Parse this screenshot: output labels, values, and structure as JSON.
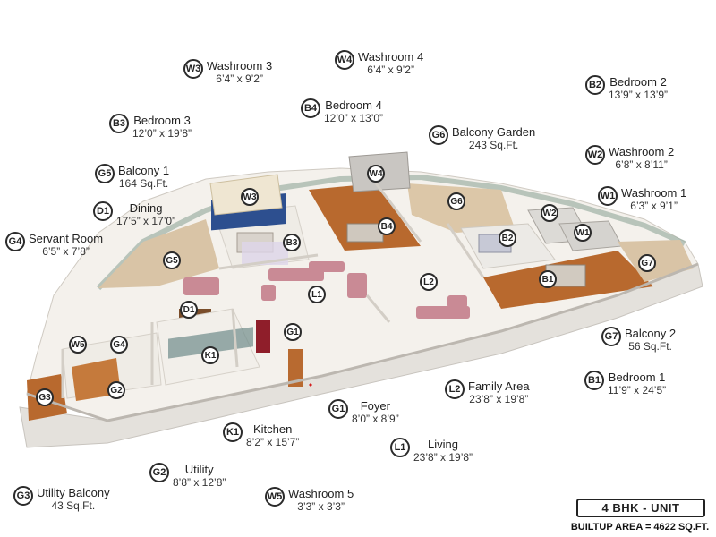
{
  "unit": {
    "title": "4 BHK - UNIT",
    "builtup": "BUILTUP AREA = 4622 SQ.FT."
  },
  "legend": {
    "W3": {
      "code": "W3",
      "name": "Washroom 3",
      "dim": "6’4” x 9’2”"
    },
    "W4": {
      "code": "W4",
      "name": "Washroom 4",
      "dim": "6’4” x 9’2”"
    },
    "B2": {
      "code": "B2",
      "name": "Bedroom 2",
      "dim": "13’9” x 13’9”"
    },
    "B4": {
      "code": "B4",
      "name": "Bedroom 4",
      "dim": "12’0” x 13’0”"
    },
    "B3": {
      "code": "B3",
      "name": "Bedroom 3",
      "dim": "12’0” x 19’8”"
    },
    "G6": {
      "code": "G6",
      "name": "Balcony Garden",
      "dim": "243 Sq.Ft."
    },
    "W2": {
      "code": "W2",
      "name": "Washroom 2",
      "dim": "6’8” x 8’11”"
    },
    "G5": {
      "code": "G5",
      "name": "Balcony 1",
      "dim": "164 Sq.Ft."
    },
    "W1": {
      "code": "W1",
      "name": "Washroom 1",
      "dim": "6’3” x 9’1”"
    },
    "D1": {
      "code": "D1",
      "name": "Dining",
      "dim": "17’5” x 17’0”"
    },
    "G4": {
      "code": "G4",
      "name": "Servant Room",
      "dim": "6’5” x 7’8”"
    },
    "G7": {
      "code": "G7",
      "name": "Balcony 2",
      "dim": "56 Sq.Ft."
    },
    "B1": {
      "code": "B1",
      "name": "Bedroom 1",
      "dim": "11’9” x 24’5”"
    },
    "L2": {
      "code": "L2",
      "name": "Family Area",
      "dim": "23’8” x 19’8”"
    },
    "G1": {
      "code": "G1",
      "name": "Foyer",
      "dim": "8’0” x 8’9”"
    },
    "K1": {
      "code": "K1",
      "name": "Kitchen",
      "dim": "8’2” x 15’7”"
    },
    "L1": {
      "code": "L1",
      "name": "Living",
      "dim": "23’8” x 19’8”"
    },
    "G2": {
      "code": "G2",
      "name": "Utility",
      "dim": "8’8” x 12’8”"
    },
    "G3": {
      "code": "G3",
      "name": "Utility Balcony",
      "dim": "43 Sq.Ft."
    },
    "W5": {
      "code": "W5",
      "name": "Washroom 5",
      "dim": "3’3” x 3’3”"
    }
  },
  "tags": [
    "W3",
    "W4",
    "B3",
    "B4",
    "G6",
    "B2",
    "W2",
    "W1",
    "G5",
    "L1",
    "L2",
    "B1",
    "G7",
    "D1",
    "G1",
    "W5",
    "G4",
    "K1",
    "G2",
    "G3"
  ],
  "colors": {
    "floor_white": "#f4f1ec",
    "wall": "#e9e6e1",
    "wood": "#b8692e",
    "blue_wall": "#2d4f8f",
    "sofa": "#c98a95",
    "terrace": "#d9c4a6",
    "glass": "#9fb7a8"
  }
}
